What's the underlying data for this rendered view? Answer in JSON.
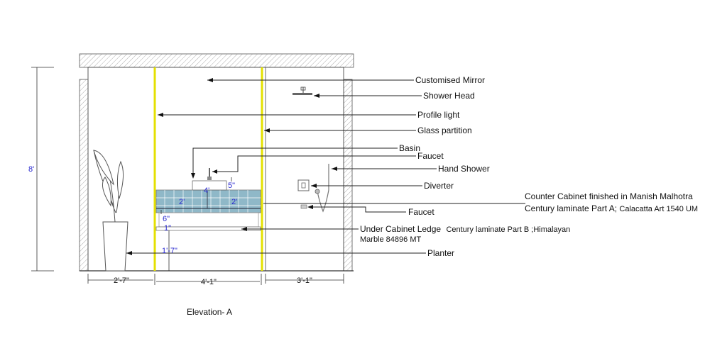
{
  "title": "Elevation- A",
  "labels": {
    "mirror": "Customised Mirror",
    "shower_head": "Shower Head",
    "profile_light": "Profile light",
    "glass_partition": "Glass partition",
    "basin": "Basin",
    "faucet_top": "Faucet",
    "hand_shower": "Hand Shower",
    "diverter": "Diverter",
    "counter_line1": "Counter Cabinet finished in Manish Malhotra",
    "counter_line2a": "Century laminate Part A;",
    "counter_line2b": "Calacatta Art 1540 UM",
    "faucet_bottom": "Faucet",
    "ledge_line1a": "Under Cabinet Ledge",
    "ledge_line1b": "Century laminate Part B ;Himalayan",
    "ledge_line2": "Marble 84896 MT",
    "planter": "Planter"
  },
  "dimensions": {
    "height": "8'",
    "left_width": "2'-7\"",
    "center_width": "4'-1\"",
    "right_width": "3'-1\"",
    "counter_length": "4'",
    "basin_height": "5\"",
    "counter_left": "2'",
    "counter_right": "2'",
    "gap": "6\"",
    "ledge": "1\"",
    "ledge_height": "1'-7\""
  },
  "colors": {
    "profile_light": "#e4e000",
    "tile": "#8fb8c8",
    "dimension": "#2a2ad0"
  }
}
